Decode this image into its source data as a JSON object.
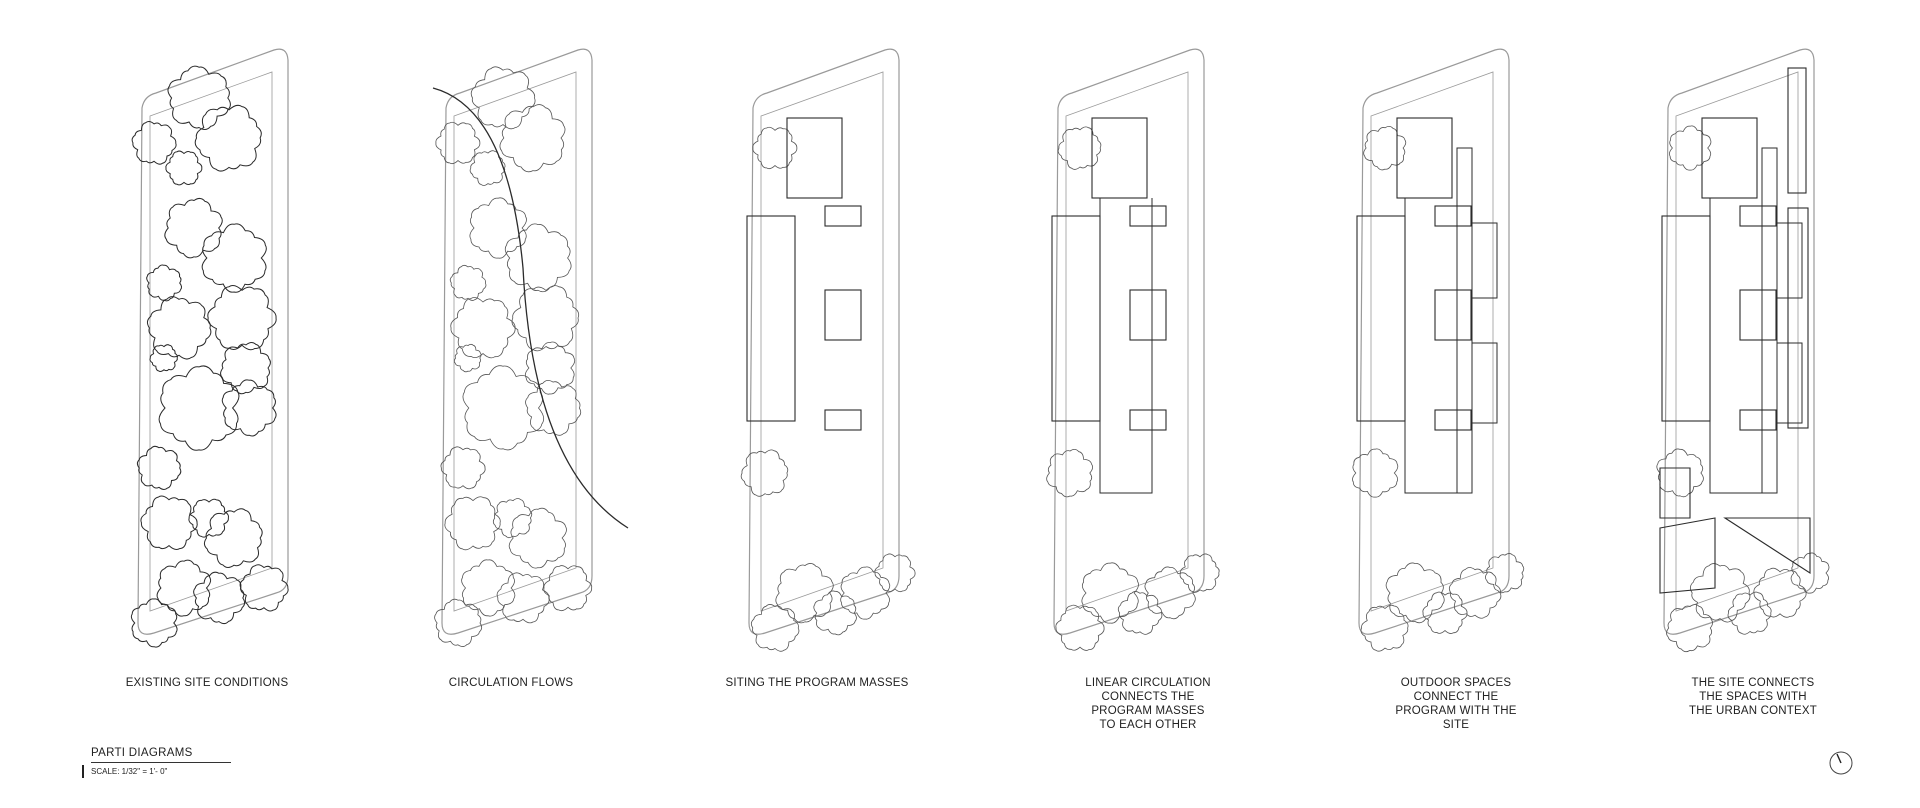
{
  "colors": {
    "ink": "#2b2b2b",
    "site": "#9a9a9a",
    "tree": "#555555"
  },
  "diagrams": [
    {
      "caption": "EXISTING SITE CONDITIONS"
    },
    {
      "caption": "CIRCULATION FLOWS"
    },
    {
      "caption": "SITING THE PROGRAM MASSES"
    },
    {
      "caption": "LINEAR CIRCULATION\nCONNECTS THE\nPROGRAM MASSES\nTO EACH OTHER"
    },
    {
      "caption": "OUTDOOR SPACES\nCONNECT THE\nPROGRAM WITH THE\nSITE"
    },
    {
      "caption": "THE SITE CONNECTS\nTHE SPACES WITH\nTHE URBAN CONTEXT"
    }
  ],
  "title_block": {
    "title": "PARTI DIAGRAMS",
    "scale": "SCALE: 1/32\" = 1'- 0\""
  },
  "icons": {
    "north_arrow": "north-arrow-icon"
  }
}
